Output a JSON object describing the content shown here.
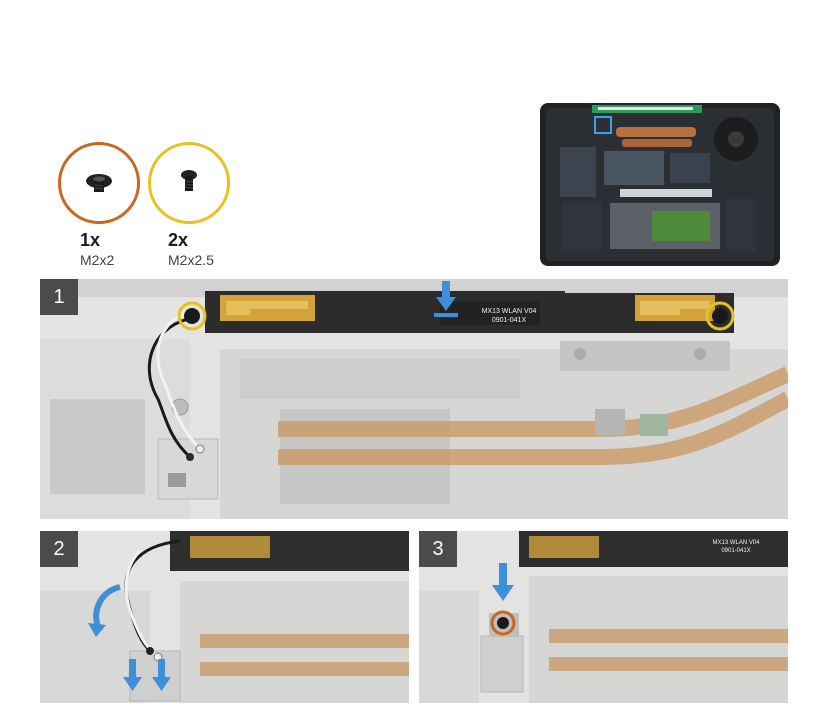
{
  "screws": [
    {
      "qty": "1x",
      "size": "M2x2",
      "ring_color": "#c9661f"
    },
    {
      "qty": "2x",
      "size": "M2x2.5",
      "ring_color": "#e6c21e"
    }
  ],
  "steps": [
    {
      "number": "1",
      "antenna_text_line1": "MX13 WLAN V04",
      "antenna_text_line2": "0901-041X"
    },
    {
      "number": "2"
    },
    {
      "number": "3",
      "antenna_text_line1": "MX13 WLAN V04",
      "antenna_text_line2": "0901-041X"
    }
  ],
  "colors": {
    "arrow": "#3c8fd8",
    "badge": "#4b4b4b"
  }
}
